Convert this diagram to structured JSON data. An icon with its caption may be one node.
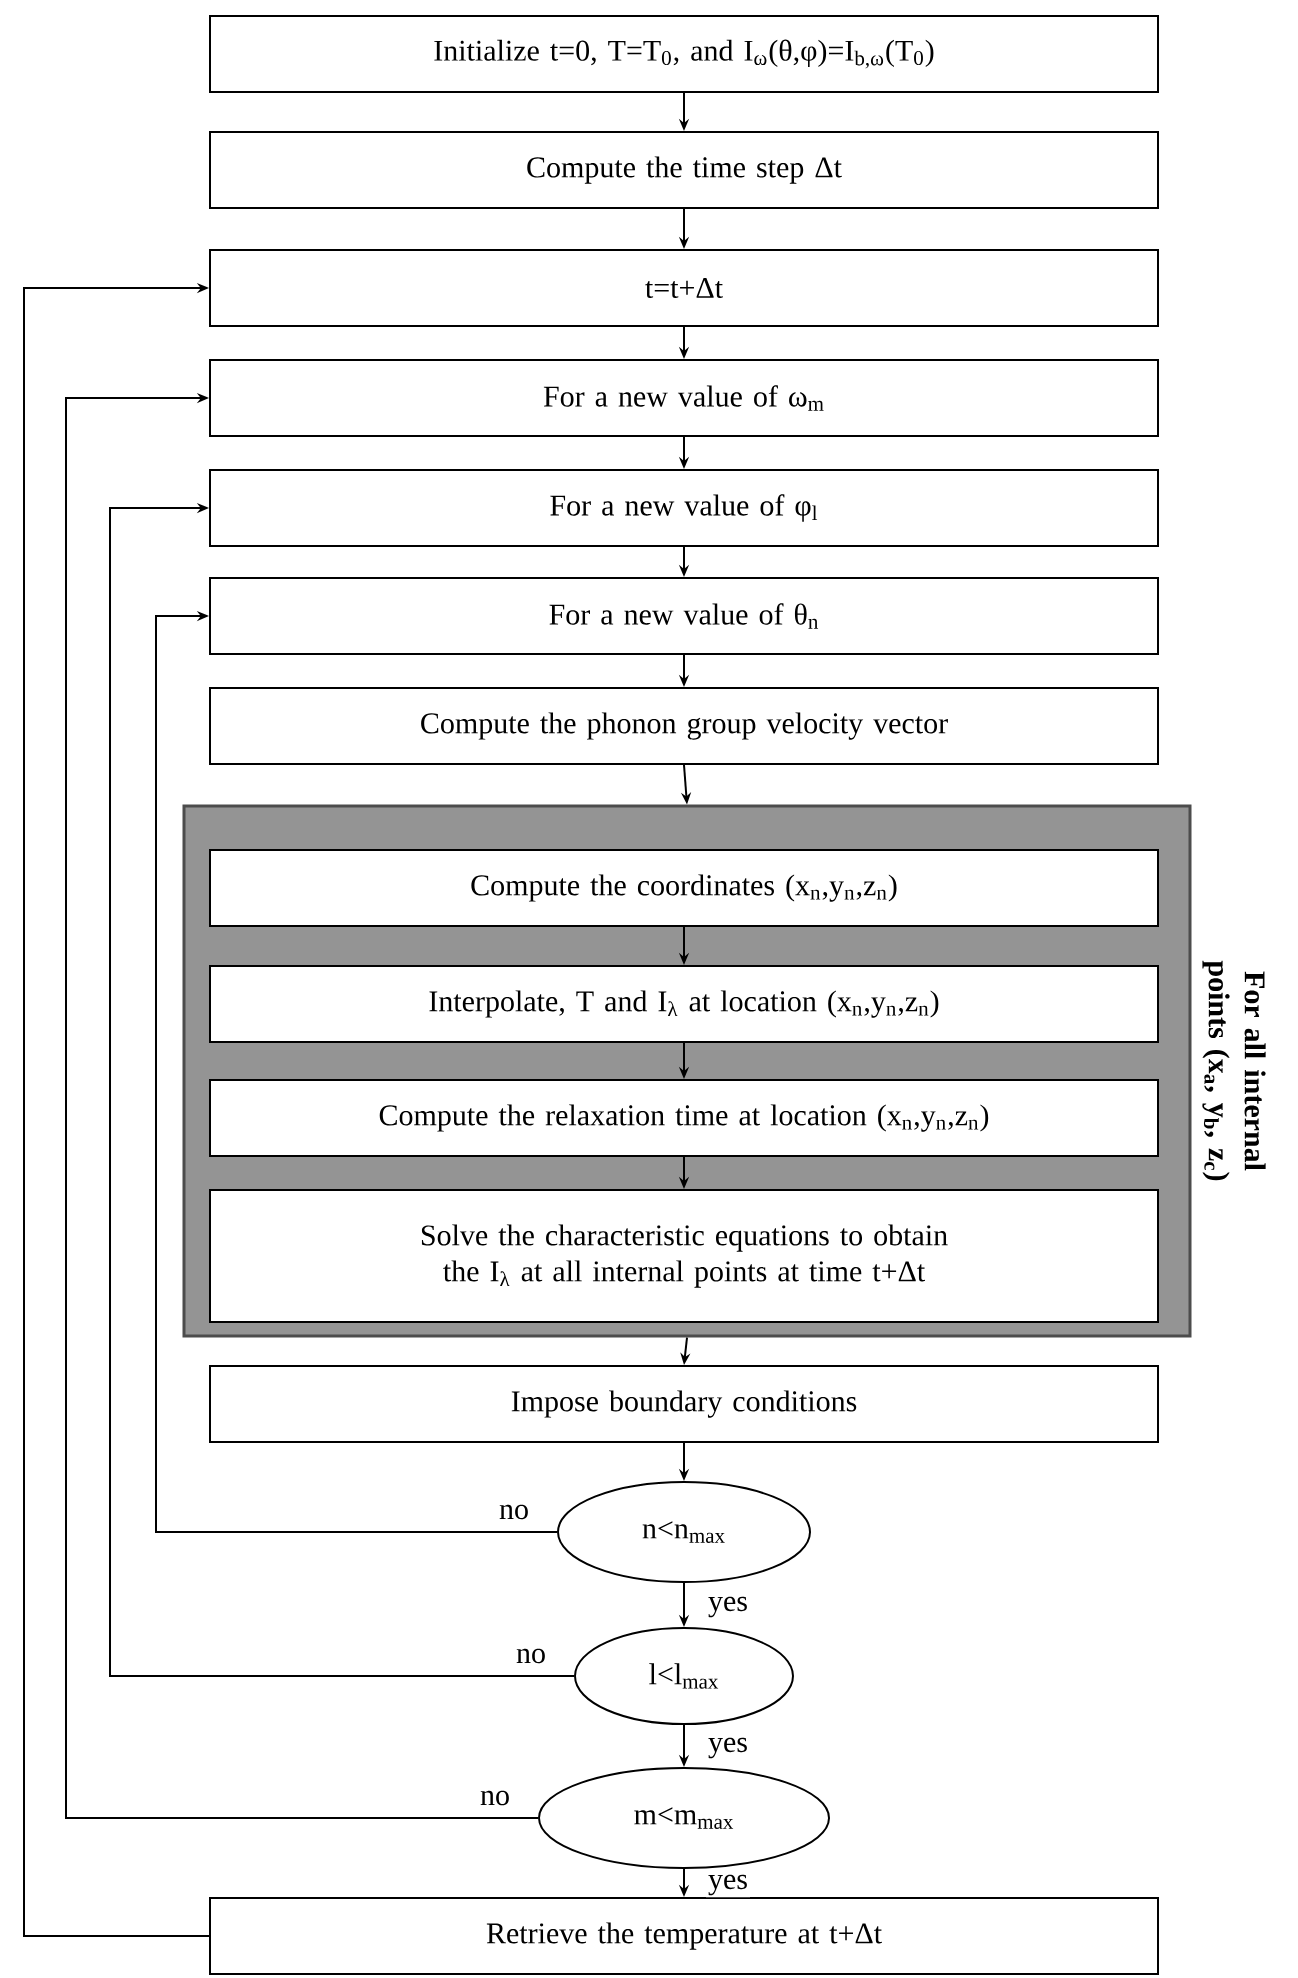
{
  "diagram": {
    "nodes": [
      {
        "text": [
          "Initialize t=0, T=T$_{0}$, and I$_{ω}$(θ,φ)=I$_{b,ω}$(T$_{0}$)"
        ]
      },
      {
        "text": [
          "Compute the time step Δt"
        ]
      },
      {
        "text": [
          "t=t+Δt"
        ]
      },
      {
        "text": [
          "For a new value of ω$_{m}$"
        ]
      },
      {
        "text": [
          "For a new value of φ$_{l}$"
        ]
      },
      {
        "text": [
          "For a new value of θ$_{n}$"
        ]
      },
      {
        "text": [
          "Compute the phonon group velocity vector"
        ]
      },
      {
        "text": [
          "For all internal points (x$_{a}$, y$_{b}$, z$_{c}$)"
        ]
      },
      {
        "text": [
          "Compute the coordinates (x$_{n}$,y$_{n}$,z$_{n}$)"
        ],
        "in": 7
      },
      {
        "text": [
          "Interpolate, T and I$_{λ}$ at location (x$_{n}$,y$_{n}$,z$_{n}$)"
        ],
        "in": 7
      },
      {
        "text": [
          "Compute the relaxation time at location (x$_{n}$,y$_{n}$,z$_{n}$)"
        ],
        "in": 7
      },
      {
        "text": [
          "Solve the characteristic equations to obtain the I$_{λ}$ at all internal points at time t+Δt"
        ],
        "in": 7
      },
      {
        "text": [
          "Impose boundary conditions"
        ]
      },
      {
        "text": [
          "n<n$_{max}$"
        ]
      },
      {
        "text": [
          "l<l$_{max}$"
        ]
      },
      {
        "text": [
          "m<m$_{max}$"
        ]
      },
      {
        "text": [
          "Retrieve the temperature at t+Δt"
        ]
      }
    ],
    "edges": [
      {
        "from": 0,
        "to": 1,
        "arrow": "to"
      },
      {
        "from": 1,
        "to": 2,
        "arrow": "to"
      },
      {
        "from": 2,
        "to": 3,
        "arrow": "to"
      },
      {
        "from": 3,
        "to": 4,
        "arrow": "to"
      },
      {
        "from": 4,
        "to": 5,
        "arrow": "to"
      },
      {
        "from": 5,
        "to": 6,
        "arrow": "to"
      },
      {
        "from": 6,
        "to": 7,
        "arrow": "to"
      },
      {
        "from": 8,
        "to": 9,
        "arrow": "to"
      },
      {
        "from": 9,
        "to": 10,
        "arrow": "to"
      },
      {
        "from": 10,
        "to": 11,
        "arrow": "to"
      },
      {
        "from": 7,
        "to": 12,
        "arrow": "to"
      },
      {
        "from": 12,
        "to": 13,
        "arrow": "to"
      },
      {
        "from": 13,
        "to": 14,
        "arrow": "to",
        "label": "yes"
      },
      {
        "from": 14,
        "to": 15,
        "arrow": "to",
        "label": "yes"
      },
      {
        "from": 15,
        "to": 16,
        "arrow": "to",
        "label": "yes"
      },
      {
        "from": 13,
        "to": 5,
        "arrow": "to",
        "label": "no"
      },
      {
        "from": 14,
        "to": 4,
        "arrow": "to",
        "label": "no"
      },
      {
        "from": 15,
        "to": 3,
        "arrow": "to",
        "label": "no"
      },
      {
        "from": 16,
        "to": 2,
        "arrow": "to"
      }
    ]
  }
}
